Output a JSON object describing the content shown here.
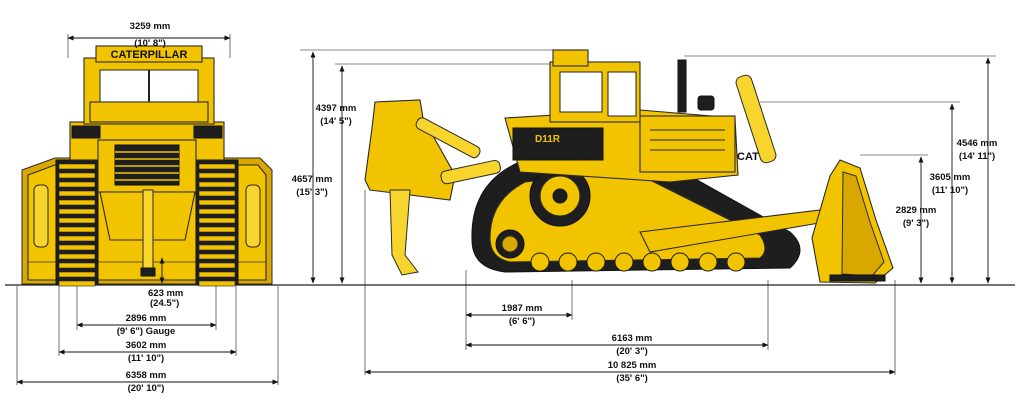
{
  "front_view": {
    "brand_logo": "CATERPILLAR",
    "dimensions": {
      "top_width": {
        "metric": "3259 mm",
        "imperial": "(10' 8\")"
      },
      "ground_clearance": {
        "metric": "623 mm",
        "imperial": "(24.5\")"
      },
      "gauge": {
        "metric": "2896 mm",
        "imperial": "(9' 6\") Gauge"
      },
      "track_width": {
        "metric": "3602 mm",
        "imperial": "(11' 10\")"
      },
      "blade_width": {
        "metric": "6358 mm",
        "imperial": "(20' 10\")"
      }
    }
  },
  "side_view": {
    "model_badge": "D11R",
    "brand_badge": "CAT",
    "dimensions": {
      "height_overall": {
        "metric": "4657 mm",
        "imperial": "(15' 3\")"
      },
      "height_cab": {
        "metric": "4397 mm",
        "imperial": "(14' 5\")"
      },
      "height_stack": {
        "metric": "4546 mm",
        "imperial": "(14' 11\")"
      },
      "height_blade_lift": {
        "metric": "3605 mm",
        "imperial": "(11' 10\")"
      },
      "height_blade": {
        "metric": "2829 mm",
        "imperial": "(9' 3\")"
      },
      "ripper_to_track": {
        "metric": "1987 mm",
        "imperial": "(6' 6\")"
      },
      "track_length": {
        "metric": "6163 mm",
        "imperial": "(20' 3\")"
      },
      "length_overall": {
        "metric": "10 825 mm",
        "imperial": "(35' 6\")"
      }
    }
  }
}
